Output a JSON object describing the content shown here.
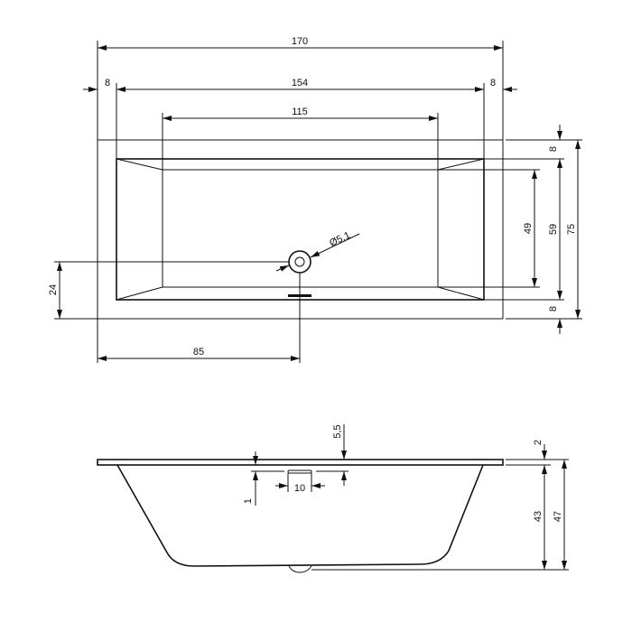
{
  "top_view": {
    "overall_length": "170",
    "rim_left": "8",
    "inner_length": "154",
    "rim_right": "8",
    "floor_length": "115",
    "rim_top": "8",
    "floor_width": "49",
    "inner_width": "59",
    "overall_width": "75",
    "rim_bottom": "8",
    "drain_diameter": "Ø5,1",
    "drain_offset_y": "24",
    "drain_offset_x": "85"
  },
  "side_view": {
    "overflow_depth": "5,5",
    "overflow_height": "1",
    "overflow_width": "10",
    "rim_thickness": "2",
    "inner_depth": "43",
    "total_height": "47"
  }
}
